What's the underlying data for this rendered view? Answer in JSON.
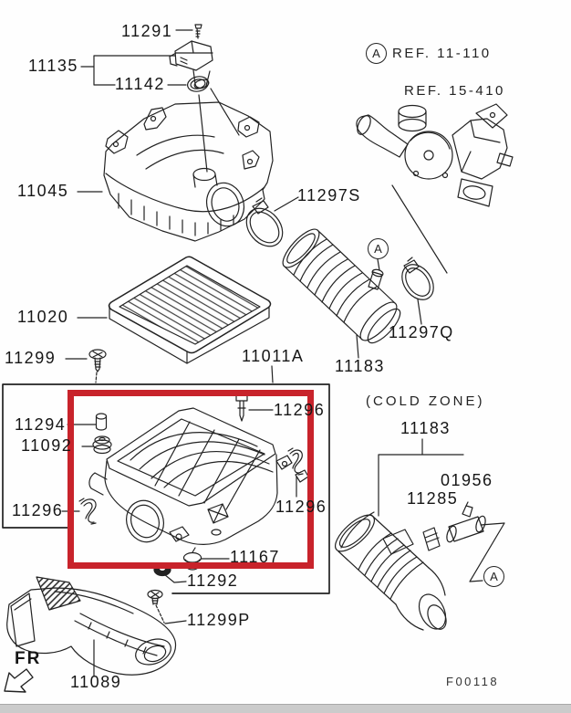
{
  "figure": {
    "code": "F00118",
    "front_marker": "FR",
    "zone_note": "(COLD ZONE)",
    "view_marker": "A",
    "references": {
      "engine": "REF. 11-110",
      "turbo": "REF. 15-410"
    },
    "highlight_color": "#c8232b",
    "part_labels": {
      "11291": "11291",
      "11135": "11135",
      "11142": "11142",
      "11045": "11045",
      "11297S": "11297S",
      "11020": "11020",
      "11299": "11299",
      "11011A": "11011A",
      "11183": "11183",
      "11297Q": "11297Q",
      "11294": "11294",
      "11092": "11092",
      "11296": "11296",
      "11167": "11167",
      "11292": "11292",
      "11299P": "11299P",
      "11089": "11089",
      "01956": "01956",
      "11285": "11285"
    }
  }
}
